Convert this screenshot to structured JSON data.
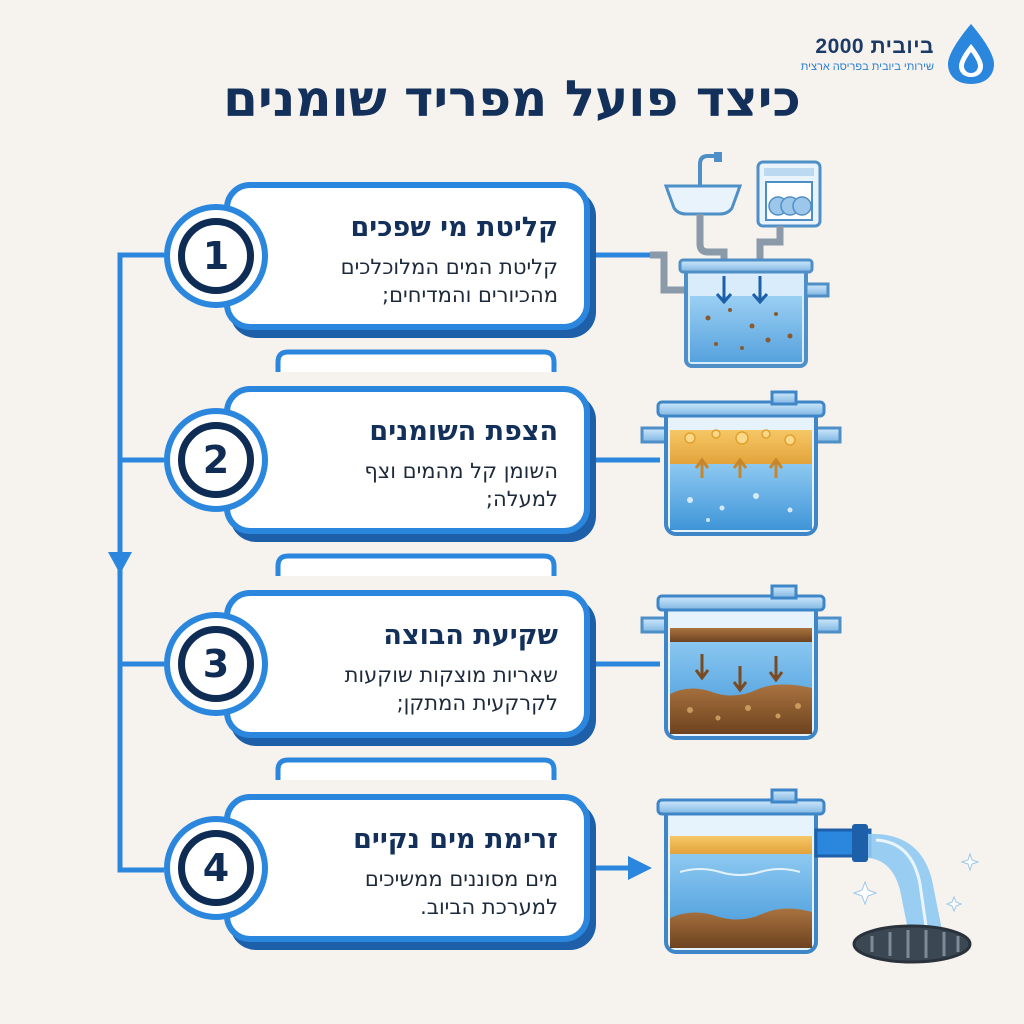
{
  "brand": {
    "name": "ביובית 2000",
    "tagline": "שירותי ביובית בפריסה ארצית",
    "color": "#2b86de"
  },
  "title": "כיצד פועל מפריד שומנים",
  "steps": [
    {
      "number": "1",
      "title": "קליטת מי שפכים",
      "text": "קליטת המים המלוכלכים מהכיורים והמדיחים;",
      "icon": "sink-dishwasher-inflow-icon"
    },
    {
      "number": "2",
      "title": "הצפת השומנים",
      "text": "השומן קל מהמים וצף למעלה;",
      "icon": "grease-floating-icon"
    },
    {
      "number": "3",
      "title": "שקיעת הבוצה",
      "text": "שאריות מוצקות שוקעות לקרקעית המתקן;",
      "icon": "sludge-settling-icon"
    },
    {
      "number": "4",
      "title": "זרימת מים נקיים",
      "text": "מים מסוננים ממשיכים למערכת הביוב.",
      "icon": "clean-water-outflow-icon"
    }
  ],
  "colors": {
    "primary": "#2b86de",
    "dark": "#13305a",
    "water": "#5aaee8",
    "grease": "#f0b43c",
    "sludge": "#8a5a2e",
    "background": "#f6f3ee"
  }
}
